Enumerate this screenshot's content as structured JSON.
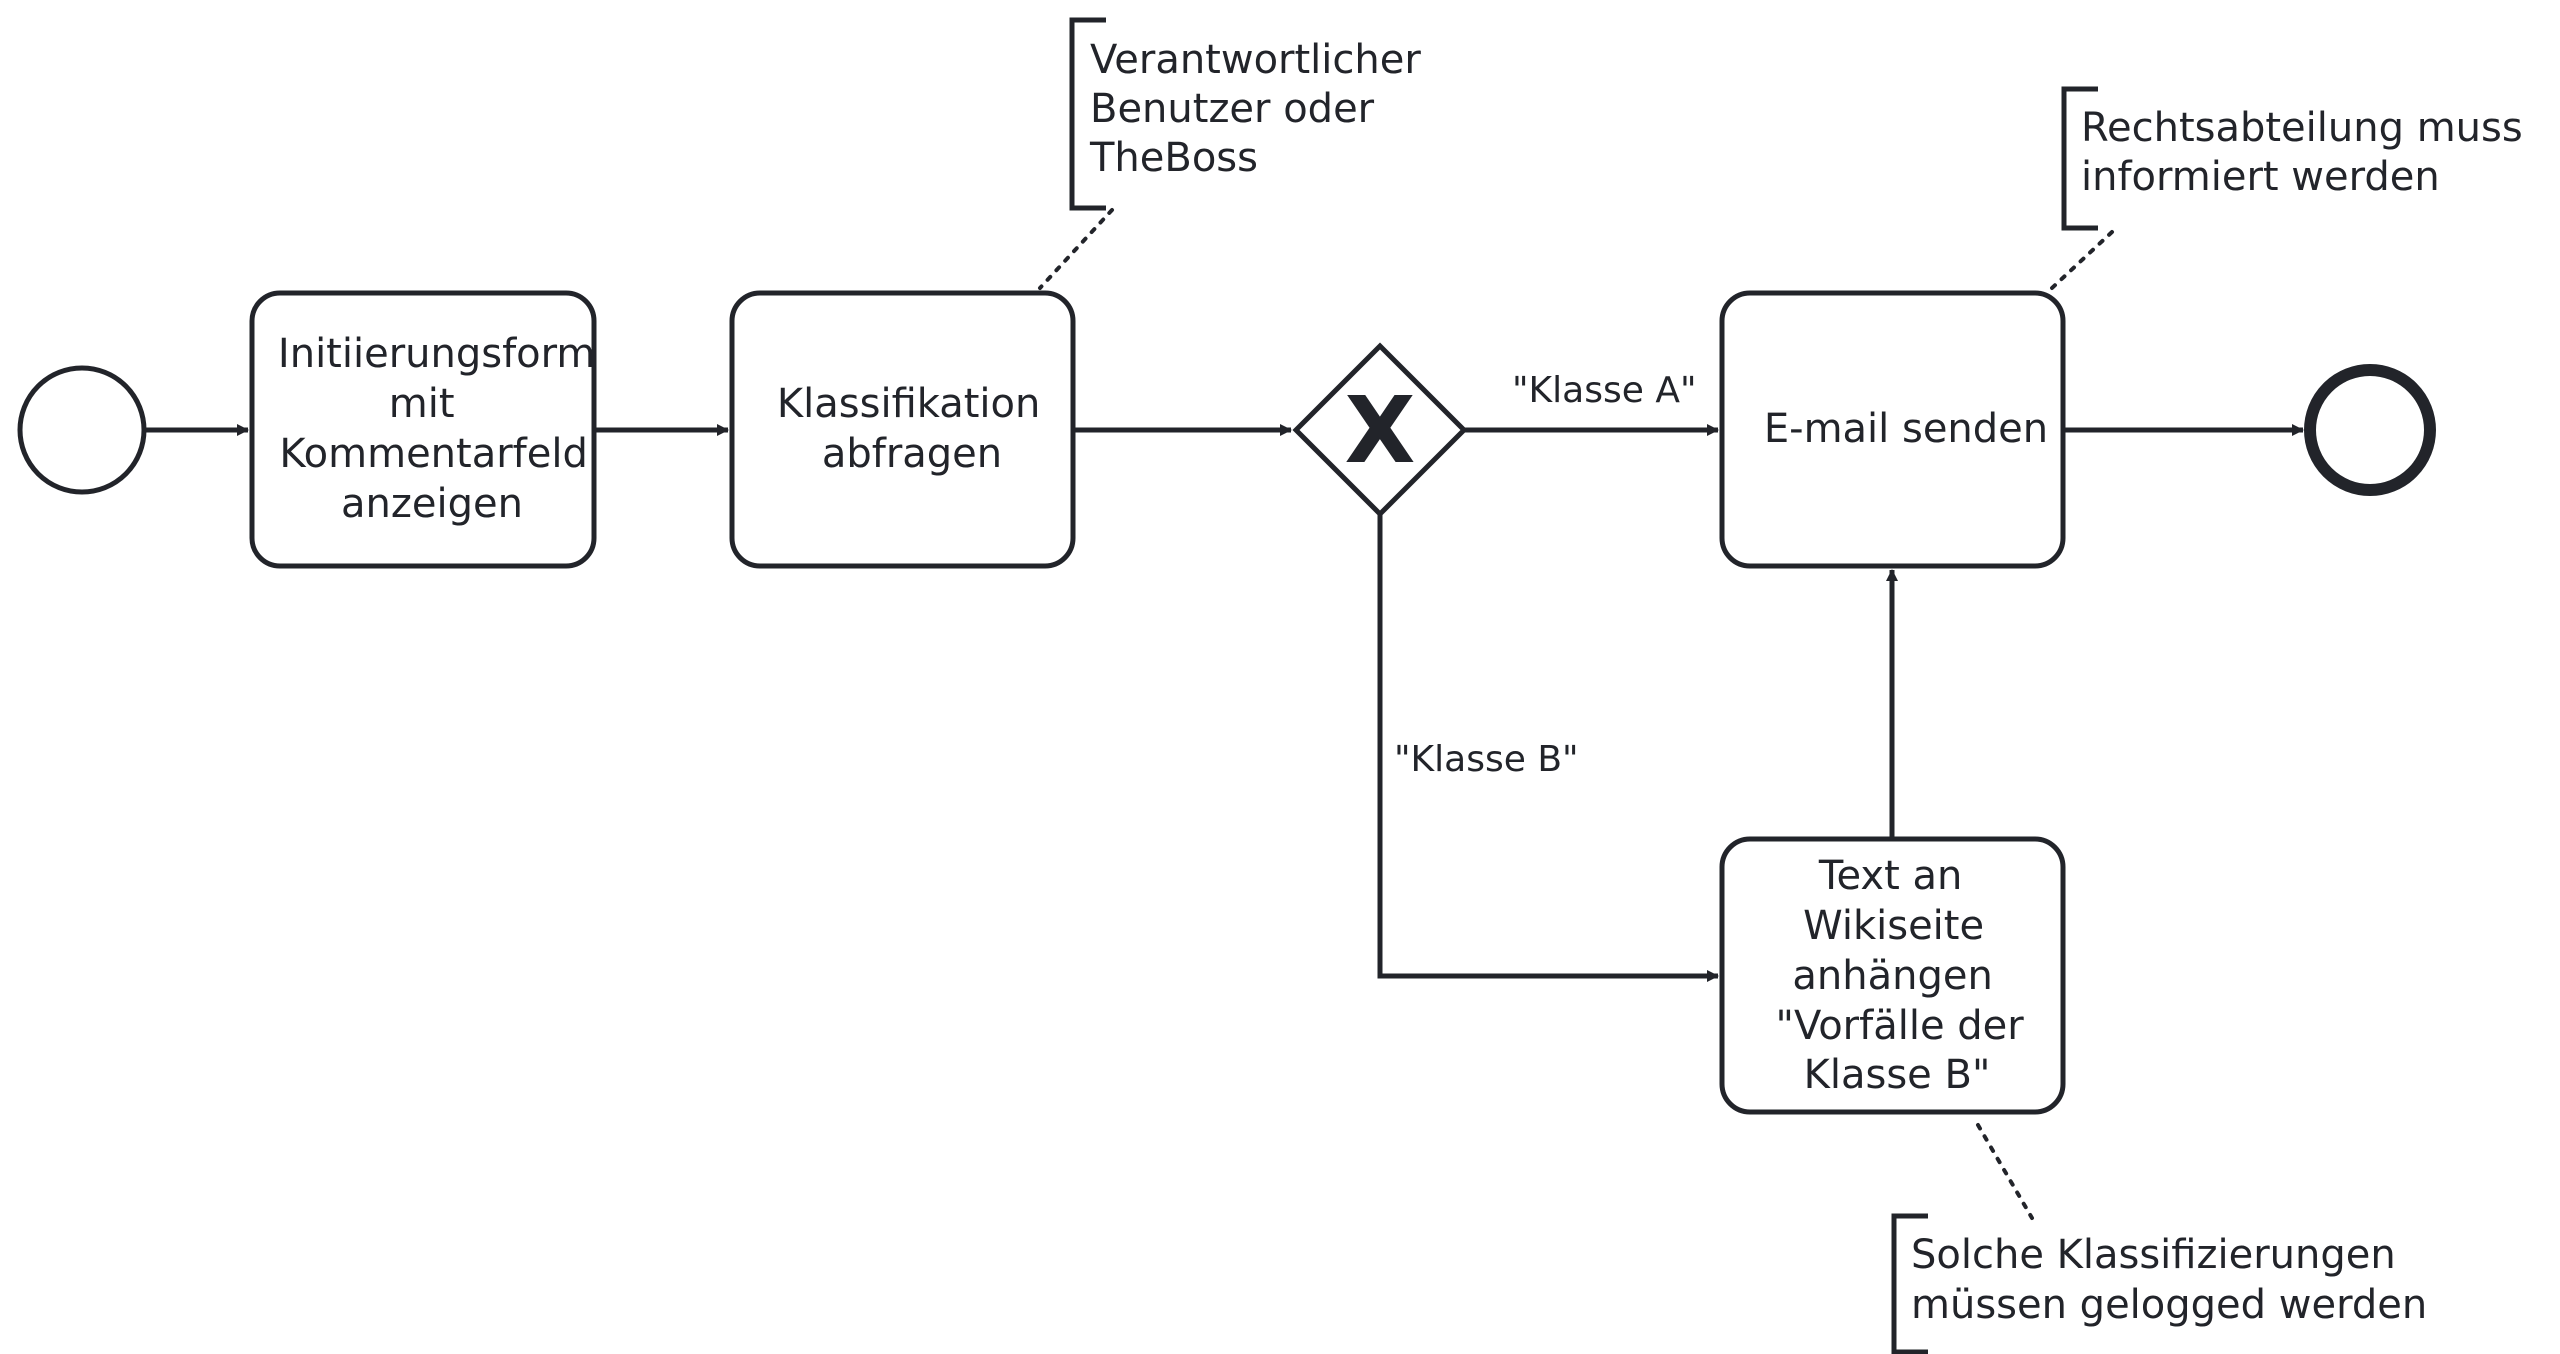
{
  "tasks": {
    "initiation_form": {
      "lines": [
        "Initiierungsform",
        "mit",
        "Kommentarfeld",
        "anzeigen"
      ]
    },
    "classification": {
      "lines": [
        "Klassifikation",
        "abfragen"
      ]
    },
    "email": {
      "lines": [
        "E-mail senden"
      ]
    },
    "wiki": {
      "lines": [
        "Text an",
        "Wikiseite",
        "anhängen",
        "\"Vorfälle der",
        "Klasse B\""
      ]
    }
  },
  "gateway": {
    "symbol": "X"
  },
  "flows": {
    "class_a": "\"Klasse A\"",
    "class_b": "\"Klasse B\""
  },
  "annotations": {
    "responsible": {
      "lines": [
        "Verantwortlicher",
        "Benutzer oder",
        "TheBoss"
      ]
    },
    "legal": {
      "lines": [
        "Rechtsabteilung muss",
        "informiert werden"
      ]
    },
    "logging": {
      "lines": [
        "Solche Klassifizierungen",
        "müssen gelogged werden"
      ]
    }
  },
  "colors": {
    "stroke": "#22242a",
    "text": "#22242a",
    "background": "#ffffff"
  }
}
